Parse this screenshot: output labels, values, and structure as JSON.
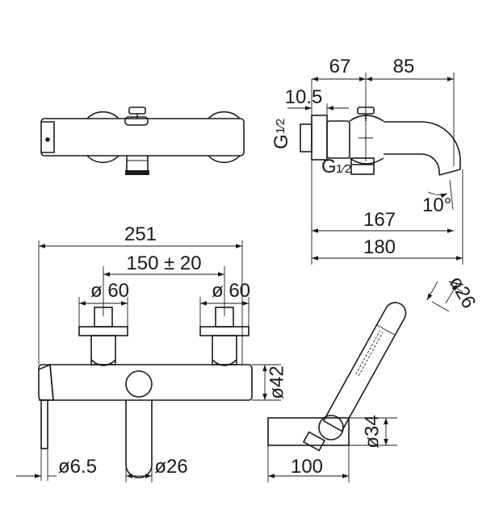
{
  "side_view": {
    "dim_top_left": "67",
    "dim_top_right": "85",
    "dim_wall_gap": "10.5",
    "thread_left_G": "G",
    "thread_left_frac": "1⁄2",
    "thread_mid_G": "G",
    "thread_mid_frac": "1⁄2",
    "angle": "10°",
    "dim_167": "167",
    "dim_180": "180"
  },
  "front_view": {
    "dim_overall": "251",
    "dim_centers": "150 ± 20",
    "dim_flange_left": "ø 60",
    "dim_flange_right": "ø 60",
    "dim_body": "ø42",
    "dim_lever": "ø6.5",
    "dim_spout": "ø26"
  },
  "handshower": {
    "dim_diameter": "ø26",
    "dim_holder": "ø34",
    "dim_length": "100"
  }
}
